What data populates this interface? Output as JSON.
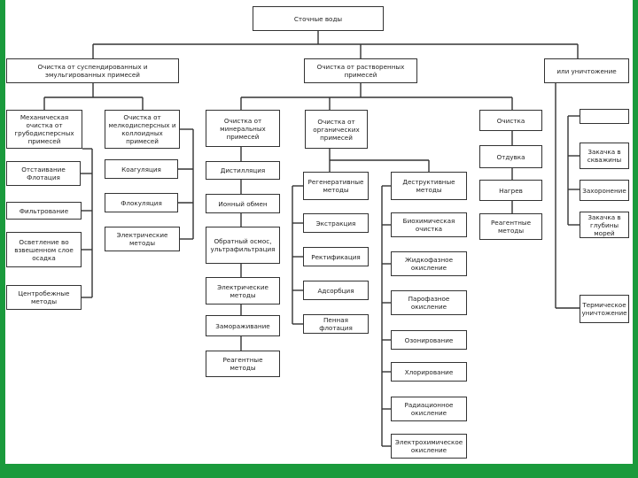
{
  "colors": {
    "frame": "#1a9a3c",
    "line": "#333333"
  },
  "root": "Сточные воды",
  "branch1": {
    "title": "Очистка от суспендированных и эмульгированных примесей",
    "mech": "Механическая очистка от грубодисперсных примесей",
    "mech_items": [
      "Отстаивание\nФлотация",
      "Фильтрование",
      "Осветление во взвешенном слое осадка",
      "Центробежные методы"
    ],
    "colloid": "Очистка от мелкодисперсных и коллоидных примесей",
    "colloid_items": [
      "Коагуляция",
      "Флокуляция",
      "Электрические методы"
    ]
  },
  "branch2": {
    "title": "Очистка от растворенных примесей",
    "mineral": "Очистка от минеральных примесей",
    "mineral_items": [
      "Дистилляция",
      "Ионный обмен",
      "Обратный осмос, ультрафильтрация",
      "Электрические методы",
      "Замораживание",
      "Реагентные методы"
    ],
    "organic": "Очистка от органических примесей",
    "regen": "Регенеративные методы",
    "regen_items": [
      "Экстракция",
      "Ректификация",
      "Адсорбция",
      "Пенная флотация"
    ],
    "destr": "Деструктивные методы",
    "destr_items": [
      "Биохимическая очистка",
      "Жидкофазное окисление",
      "Парофазное окисление",
      "Озонирование",
      "Хлорирование",
      "Радиационное окисление",
      "Электрохимическое окисление"
    ],
    "gas": "Очистка",
    "gas_items": [
      "Отдувка",
      "Нагрев",
      "Реагентные методы"
    ]
  },
  "branch3": {
    "title": "или уничтожение",
    "items": [
      "",
      "Закачка в скважины",
      "Захоронение",
      "Закачка в глубины морей",
      "Термическое уничтожение"
    ]
  }
}
